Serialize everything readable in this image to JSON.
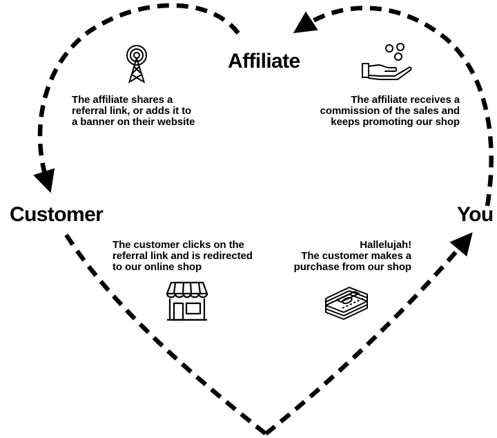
{
  "nodes": {
    "affiliate": "Affiliate",
    "customer": "Customer",
    "you": "You"
  },
  "steps": {
    "share": [
      "The affiliate shares a",
      "referral link, or adds it to",
      "a banner on their website"
    ],
    "commission": [
      "The affiliate receives a",
      "commission of the sales and",
      "keeps promoting our shop"
    ],
    "click": [
      "The customer clicks on the",
      "referral link and is redirected",
      "to our online shop"
    ],
    "purchase": [
      "Hallelujah!",
      "The customer makes a",
      "purchase from our shop"
    ]
  },
  "icons": {
    "share": "radio-tower-icon",
    "commission": "hand-coins-icon",
    "click": "storefront-icon",
    "purchase": "money-stack-icon"
  },
  "colors": {
    "stroke": "#000000",
    "background": "#ffffff"
  }
}
